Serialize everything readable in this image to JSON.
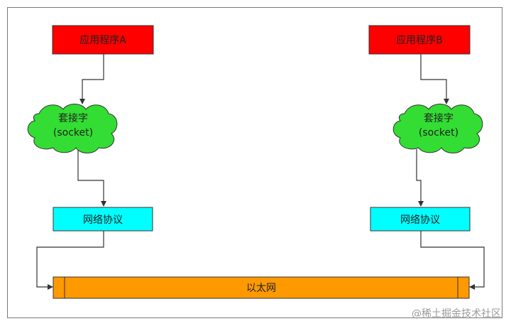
{
  "diagram": {
    "nodes": {
      "app_a": {
        "label": "应用程序A",
        "fill": "#ff0000"
      },
      "app_b": {
        "label": "应用程序B",
        "fill": "#ff0000"
      },
      "socket_a": {
        "line1": "套接字",
        "line2": "(socket)",
        "fill": "#33dd33"
      },
      "socket_b": {
        "line1": "套接字",
        "line2": "(socket)",
        "fill": "#33dd33"
      },
      "net_a": {
        "label": "网络协议",
        "fill": "#00ffff"
      },
      "net_b": {
        "label": "网络协议",
        "fill": "#00ffff"
      },
      "ethernet": {
        "label": "以太网",
        "fill": "#ff9900"
      }
    },
    "edges": [
      {
        "from": "app_a",
        "to": "socket_a"
      },
      {
        "from": "socket_a",
        "to": "net_a"
      },
      {
        "from": "net_a",
        "to": "ethernet"
      },
      {
        "from": "app_b",
        "to": "socket_b"
      },
      {
        "from": "socket_b",
        "to": "net_b"
      },
      {
        "from": "net_b",
        "to": "ethernet"
      }
    ]
  },
  "watermark": {
    "text": "@稀土掘金技术社区"
  }
}
